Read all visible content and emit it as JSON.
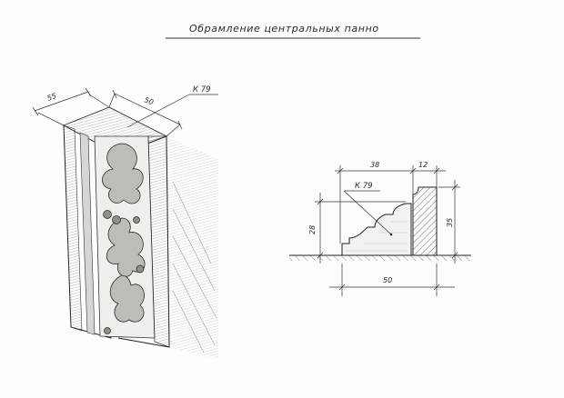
{
  "title": "Обрамление центральных панно",
  "perspective": {
    "dim_depth": "55",
    "dim_width": "50",
    "profile_code": "К 79"
  },
  "section": {
    "dim_top_left": "38",
    "dim_top_right": "12",
    "dim_left_height": "28",
    "dim_right_height": "35",
    "dim_bottom": "50",
    "profile_code": "К 79"
  }
}
